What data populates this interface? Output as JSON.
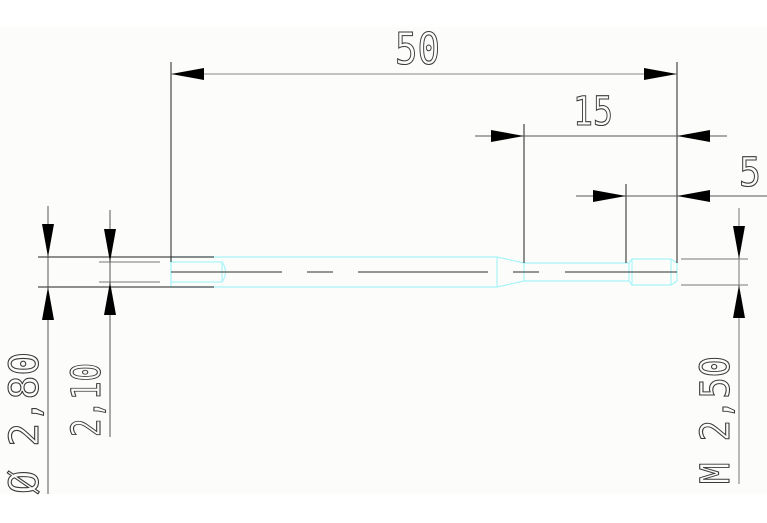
{
  "drawing": {
    "background": "#fcfdfb",
    "line_color": "#000000",
    "part_color": "#a8f4f8",
    "centerline_color": "#555555",
    "dimension_text_color": "#3a3a3a"
  },
  "dimensions": {
    "overall_length": "50",
    "thin_section_length": "15",
    "thread_length": "5",
    "outer_diameter": "Ø 2,80",
    "bore_diameter": "2,10",
    "thread_size": "M 2,50"
  }
}
